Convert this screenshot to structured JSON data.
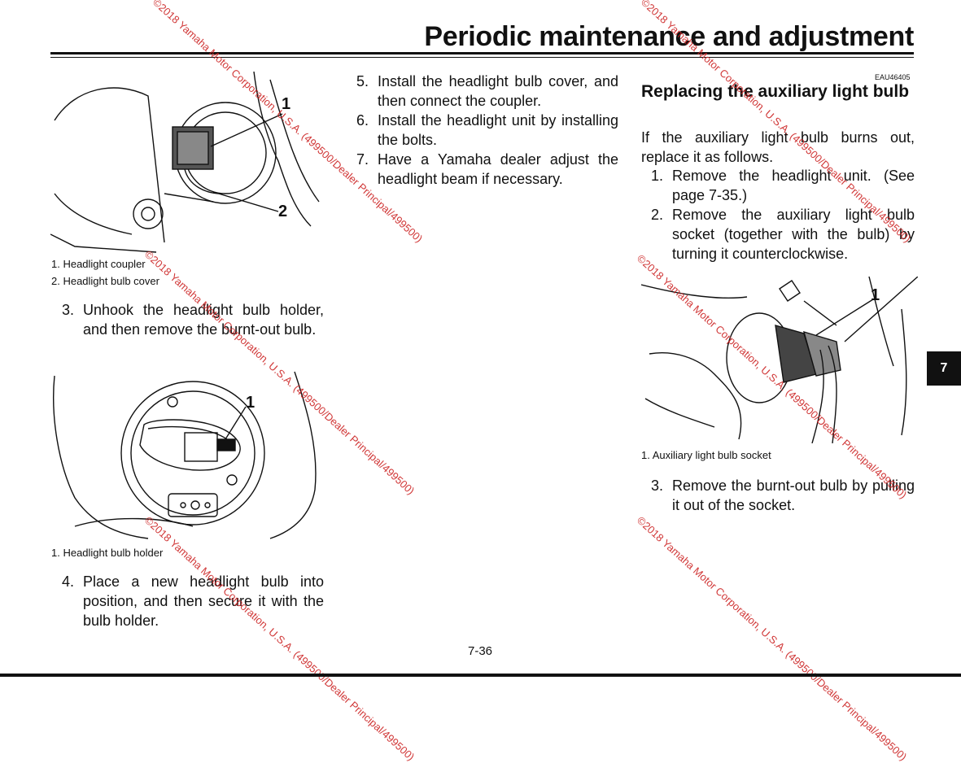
{
  "header": {
    "title": "Periodic maintenance and adjustment"
  },
  "left": {
    "fig1": {
      "callouts": [
        "1",
        "2"
      ],
      "captions": [
        "1. Headlight coupler",
        "2. Headlight bulb cover"
      ]
    },
    "step3": {
      "num": "3.",
      "text": "Unhook the headlight bulb holder, and then remove the burnt-out bulb."
    },
    "fig2": {
      "callouts": [
        "1"
      ],
      "captions": [
        "1. Headlight bulb holder"
      ]
    },
    "step4": {
      "num": "4.",
      "text": "Place a new headlight bulb into position, and then secure it with the bulb holder."
    }
  },
  "middle": {
    "steps": [
      {
        "num": "5.",
        "text": "Install the headlight bulb cover, and then connect the coupler."
      },
      {
        "num": "6.",
        "text": "Install the headlight unit by installing the bolts."
      },
      {
        "num": "7.",
        "text": "Have a Yamaha dealer adjust the headlight beam if necessary."
      }
    ]
  },
  "right": {
    "code": "EAU46405",
    "heading": "Replacing the auxiliary light bulb",
    "intro": "If the auxiliary light bulb burns out, replace it as follows.",
    "steps": [
      {
        "num": "1.",
        "text": "Remove the headlight unit. (See page 7-35.)"
      },
      {
        "num": "2.",
        "text": "Remove the auxiliary light bulb socket (together with the bulb) by turning it counterclockwise."
      }
    ],
    "fig3": {
      "callouts": [
        "1"
      ],
      "captions": [
        "1. Auxiliary light bulb socket"
      ]
    },
    "step3": {
      "num": "3.",
      "text": "Remove the burnt-out bulb by pulling it out of the socket."
    }
  },
  "tab": {
    "label": "7"
  },
  "footer": {
    "page_number": "7-36"
  },
  "watermark": {
    "text": "©2018 Yamaha Motor Corporation, U.S.A. (499500/Dealer Principal/499500)",
    "color": "#cc2222"
  }
}
